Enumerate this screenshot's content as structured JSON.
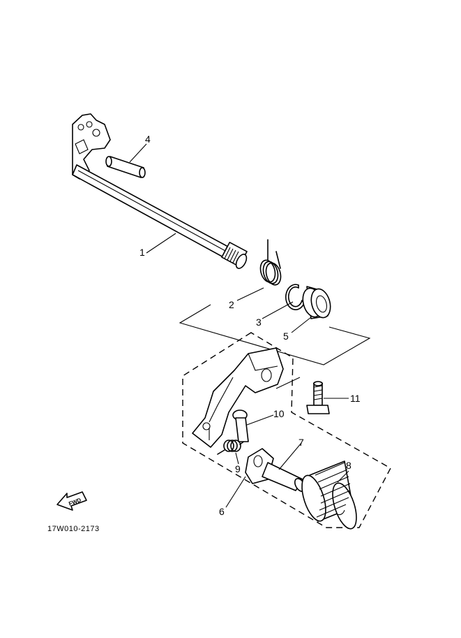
{
  "callouts": [
    {
      "id": "1",
      "label": "1"
    },
    {
      "id": "2",
      "label": "2"
    },
    {
      "id": "3",
      "label": "3"
    },
    {
      "id": "4",
      "label": "4"
    },
    {
      "id": "5",
      "label": "5"
    },
    {
      "id": "6",
      "label": "6"
    },
    {
      "id": "7",
      "label": "7"
    },
    {
      "id": "8",
      "label": "8"
    },
    {
      "id": "9",
      "label": "9"
    },
    {
      "id": "10",
      "label": "10"
    },
    {
      "id": "11",
      "label": "11"
    }
  ],
  "direction_arrow": {
    "label": "FWD",
    "icon": "forward-arrow-icon"
  },
  "diagram_code": "17W010-2173"
}
